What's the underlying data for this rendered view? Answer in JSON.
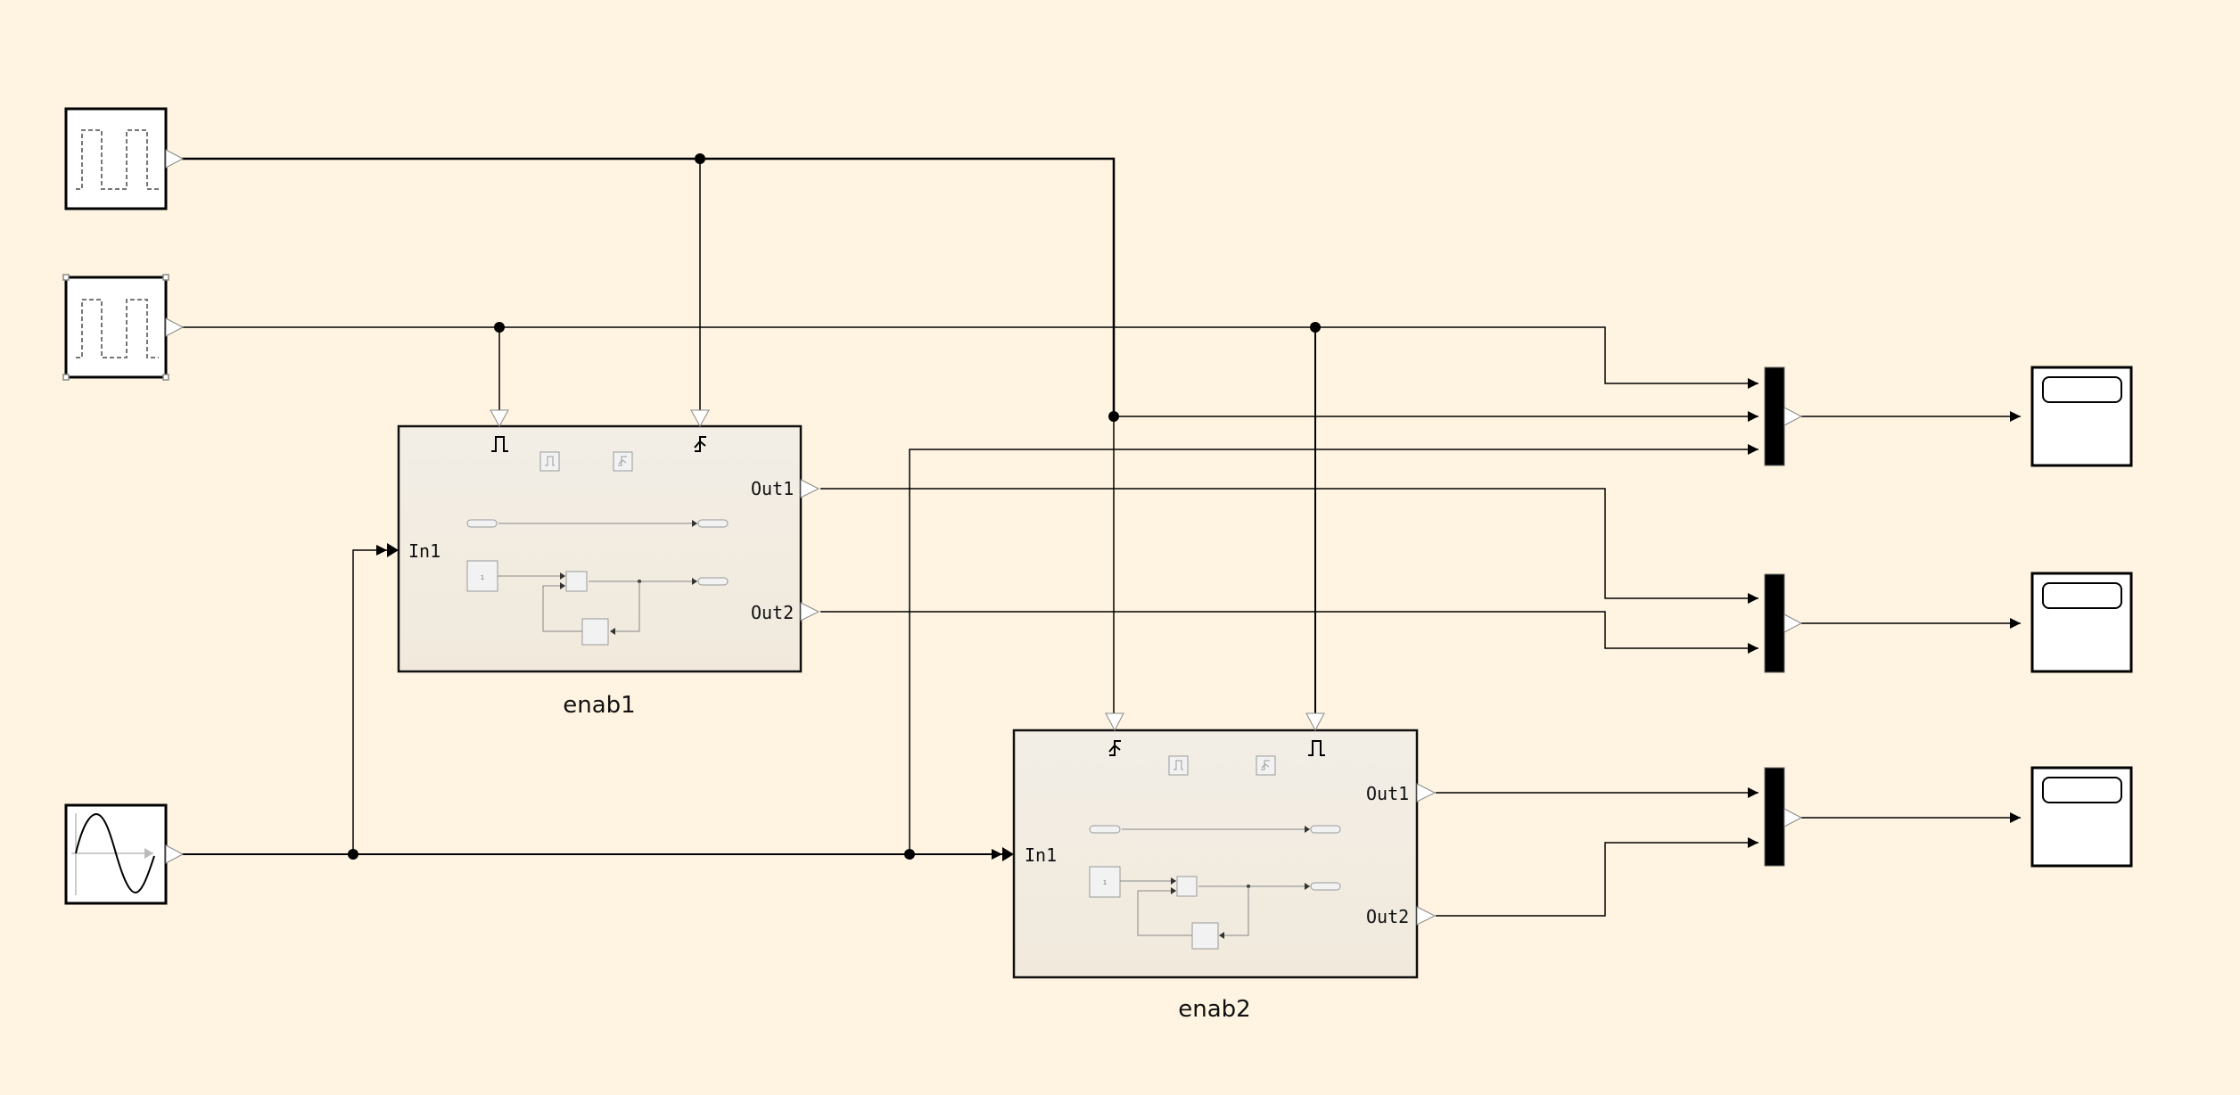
{
  "model": {
    "background_color": "#FFF4E1",
    "subsystem_fill": "#F3EDE2",
    "line_color": "#000000"
  },
  "sources": [
    {
      "name": "pulse-generator-1",
      "icon": "pulse-wave-icon"
    },
    {
      "name": "pulse-generator-2",
      "icon": "pulse-wave-icon",
      "selected": true
    },
    {
      "name": "sine-wave",
      "icon": "sine-wave-icon"
    }
  ],
  "subsystems": [
    {
      "label": "enab1",
      "inport": "In1",
      "outports": [
        "Out1",
        "Out2"
      ],
      "enable_icon": "enable-pulse-icon",
      "trigger_icon": "trigger-rising-edge-icon"
    },
    {
      "label": "enab2",
      "inport": "In1",
      "outports": [
        "Out1",
        "Out2"
      ],
      "enable_icon": "enable-pulse-icon",
      "trigger_icon": "trigger-rising-edge-icon"
    }
  ],
  "muxes": [
    {
      "inputs": 3
    },
    {
      "inputs": 2
    },
    {
      "inputs": 2
    }
  ],
  "scopes": [
    {
      "icon": "scope-icon"
    },
    {
      "icon": "scope-icon"
    },
    {
      "icon": "scope-icon"
    }
  ],
  "inner_constant": "1"
}
